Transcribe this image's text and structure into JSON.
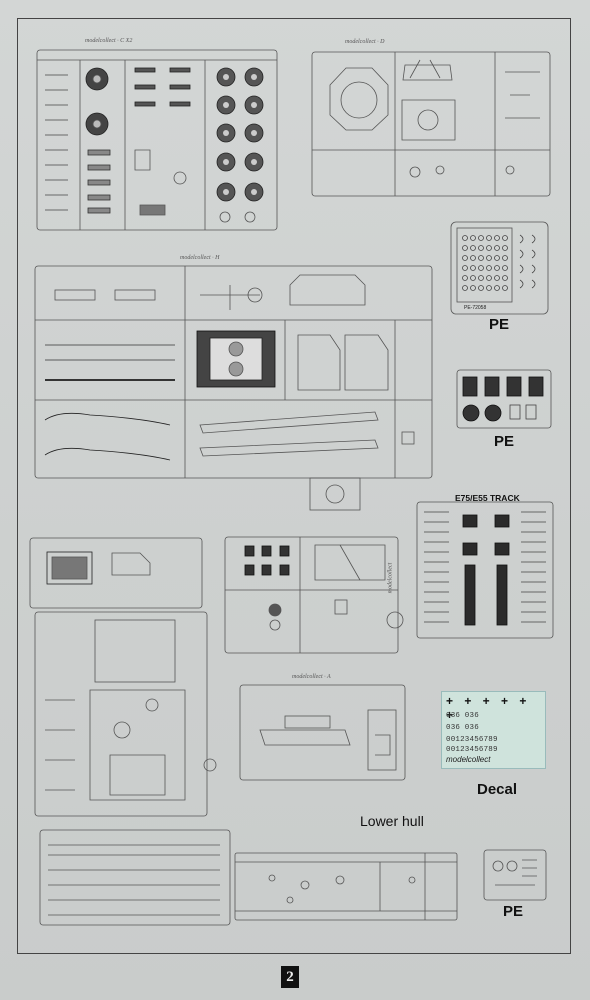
{
  "page_number": "2",
  "sprue_tags": {
    "sprue_c": "modelcollect · C X2",
    "sprue_d": "modelcollect · D",
    "sprue_h": "modelcollect · H",
    "sprue_a": "modelcollect · A",
    "sprue_side": "modelcollect"
  },
  "photo_etch": {
    "label_1": "PE",
    "label_1_code": "PE-72058",
    "label_2": "PE",
    "label_3": "PE"
  },
  "track": {
    "title": "E75/E55 TRACK"
  },
  "decal": {
    "label": "Decal",
    "crosses": "+ + + + + +",
    "row_1": "036 036",
    "row_2": "036 036",
    "row_3": "00123456789",
    "row_4": "00123456789",
    "brand": "modelcollect"
  },
  "lower_hull": {
    "label": "Lower hull"
  }
}
